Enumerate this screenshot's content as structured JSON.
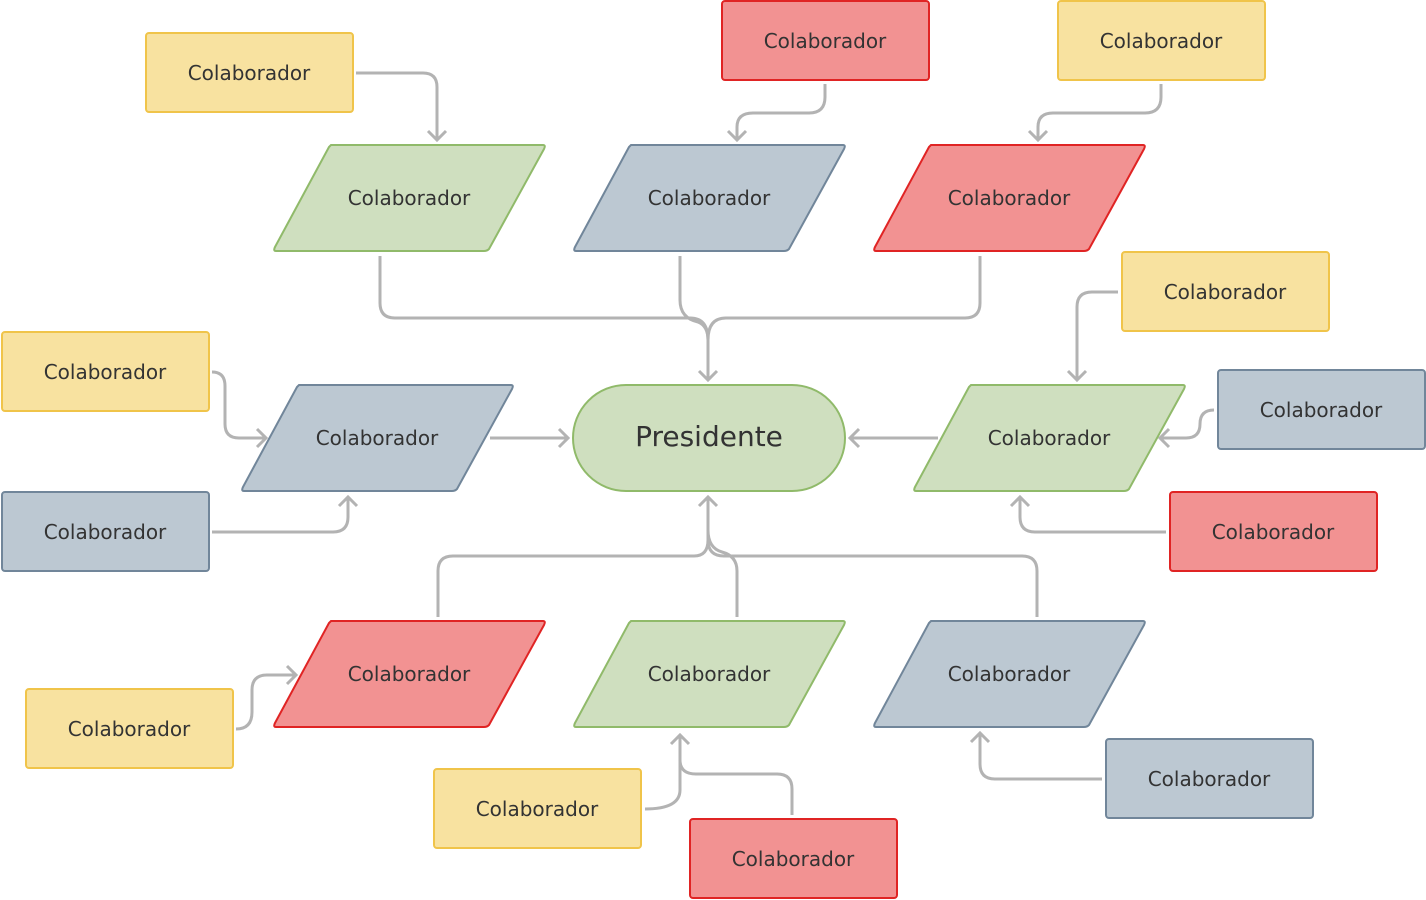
{
  "root": {
    "label": "Presidente"
  },
  "colors": {
    "yellow": {
      "fill": "#f8e2a0",
      "stroke": "#f0c44a"
    },
    "red": {
      "fill": "#f29292",
      "stroke": "#e02424"
    },
    "blue": {
      "fill": "#bcc8d2",
      "stroke": "#71869a"
    },
    "green": {
      "fill": "#cfdfbf",
      "stroke": "#90ba6a"
    },
    "edge": "#b3b3b3"
  },
  "nodes": [
    {
      "id": "p-top-left",
      "label": "Colaborador",
      "color": "green"
    },
    {
      "id": "p-top-mid",
      "label": "Colaborador",
      "color": "blue"
    },
    {
      "id": "p-top-right",
      "label": "Colaborador",
      "color": "red"
    },
    {
      "id": "p-mid-left",
      "label": "Colaborador",
      "color": "blue"
    },
    {
      "id": "p-mid-right",
      "label": "Colaborador",
      "color": "green"
    },
    {
      "id": "p-bot-left",
      "label": "Colaborador",
      "color": "red"
    },
    {
      "id": "p-bot-mid",
      "label": "Colaborador",
      "color": "green"
    },
    {
      "id": "p-bot-right",
      "label": "Colaborador",
      "color": "blue"
    },
    {
      "id": "r1",
      "label": "Colaborador",
      "color": "yellow"
    },
    {
      "id": "r2",
      "label": "Colaborador",
      "color": "red"
    },
    {
      "id": "r3",
      "label": "Colaborador",
      "color": "yellow"
    },
    {
      "id": "r4",
      "label": "Colaborador",
      "color": "yellow"
    },
    {
      "id": "r5",
      "label": "Colaborador",
      "color": "blue"
    },
    {
      "id": "r6",
      "label": "Colaborador",
      "color": "red"
    },
    {
      "id": "r7",
      "label": "Colaborador",
      "color": "yellow"
    },
    {
      "id": "r8",
      "label": "Colaborador",
      "color": "blue"
    },
    {
      "id": "r9",
      "label": "Colaborador",
      "color": "yellow"
    },
    {
      "id": "r10",
      "label": "Colaborador",
      "color": "yellow"
    },
    {
      "id": "r11",
      "label": "Colaborador",
      "color": "red"
    },
    {
      "id": "r12",
      "label": "Colaborador",
      "color": "blue"
    }
  ]
}
